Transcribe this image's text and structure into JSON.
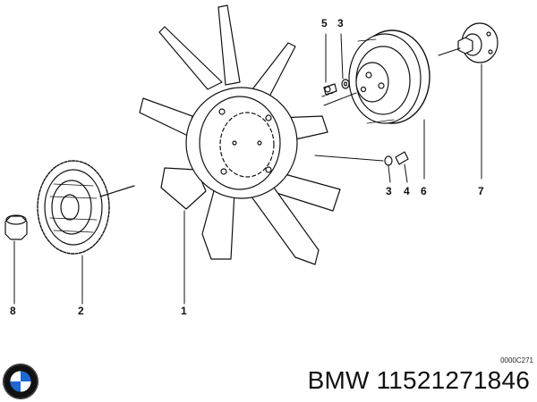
{
  "diagram": {
    "callouts": [
      "5",
      "3",
      "3",
      "4",
      "6",
      "7",
      "8",
      "2",
      "1"
    ],
    "drawing_code": "0000C271"
  },
  "footer": {
    "brand": "BMW",
    "part_number": "11521271846",
    "logo_icon": "bmw-roundel-icon"
  },
  "colors": {
    "line": "#111111",
    "background": "#ffffff",
    "logo_blue": "#1c69d4"
  }
}
